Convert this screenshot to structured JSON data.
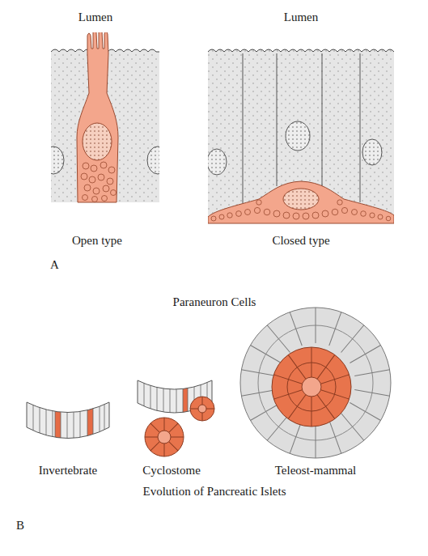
{
  "diagram": {
    "labels": [
      "Lumen",
      "Lumen",
      "Open type",
      "Closed type",
      "A",
      "Paraneuron Cells",
      "Invertebrate",
      "Cyclostome",
      "Teleost-mammal",
      "Evolution of Pancreatic Islets",
      "B"
    ]
  }
}
